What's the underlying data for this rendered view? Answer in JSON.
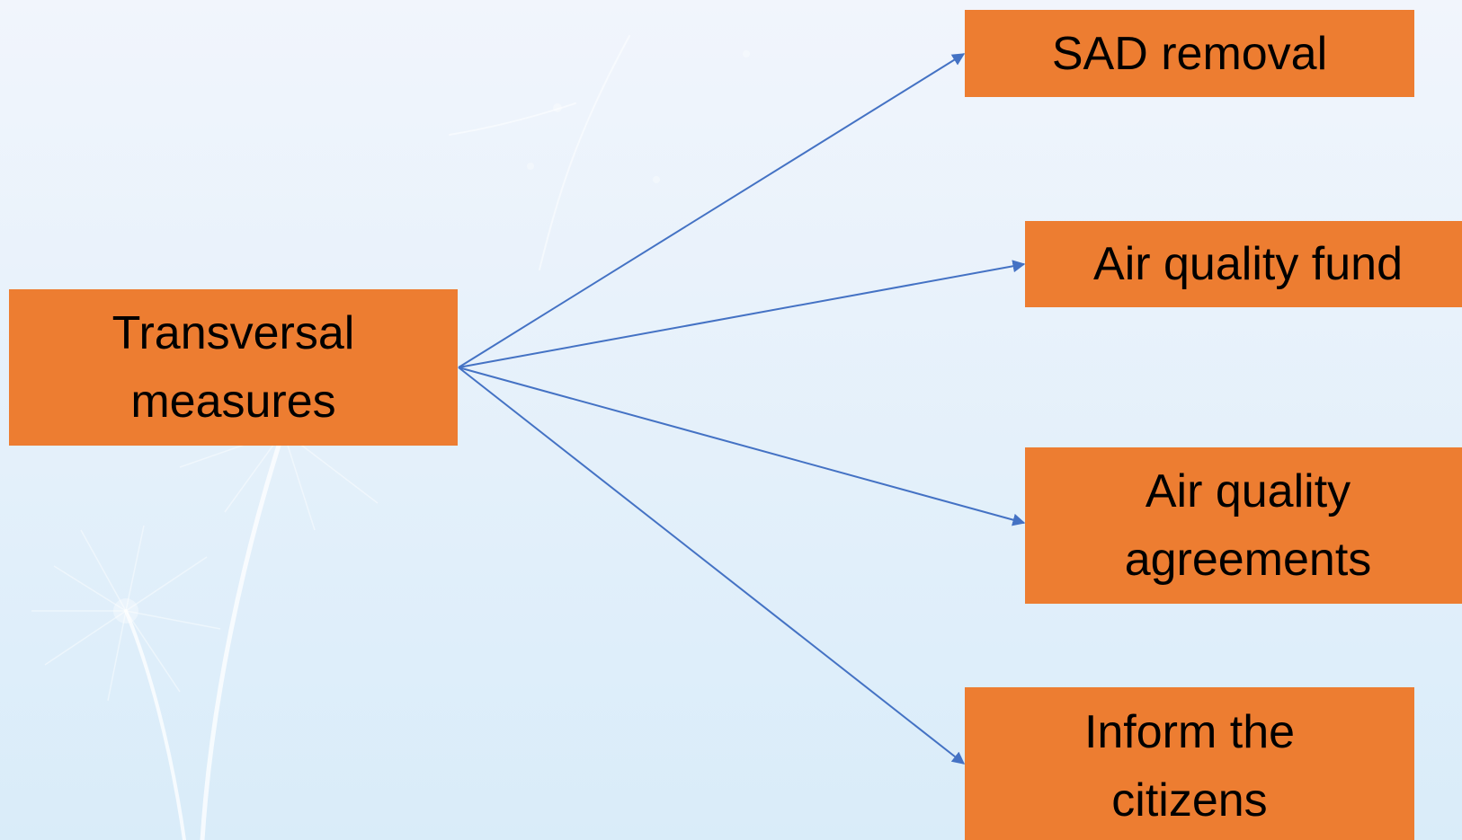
{
  "colors": {
    "box_fill": "#ED7D31",
    "box_text": "#000000",
    "connector": "#4472C4",
    "background_top": "#f1f5fc",
    "background_bottom": "#d9ecf9"
  },
  "diagram": {
    "root": {
      "label": "Transversal\nmeasures"
    },
    "children": [
      {
        "label": "SAD removal"
      },
      {
        "label": "Air quality fund"
      },
      {
        "label": "Air quality\nagreements"
      },
      {
        "label": "Inform the\ncitizens"
      }
    ]
  }
}
